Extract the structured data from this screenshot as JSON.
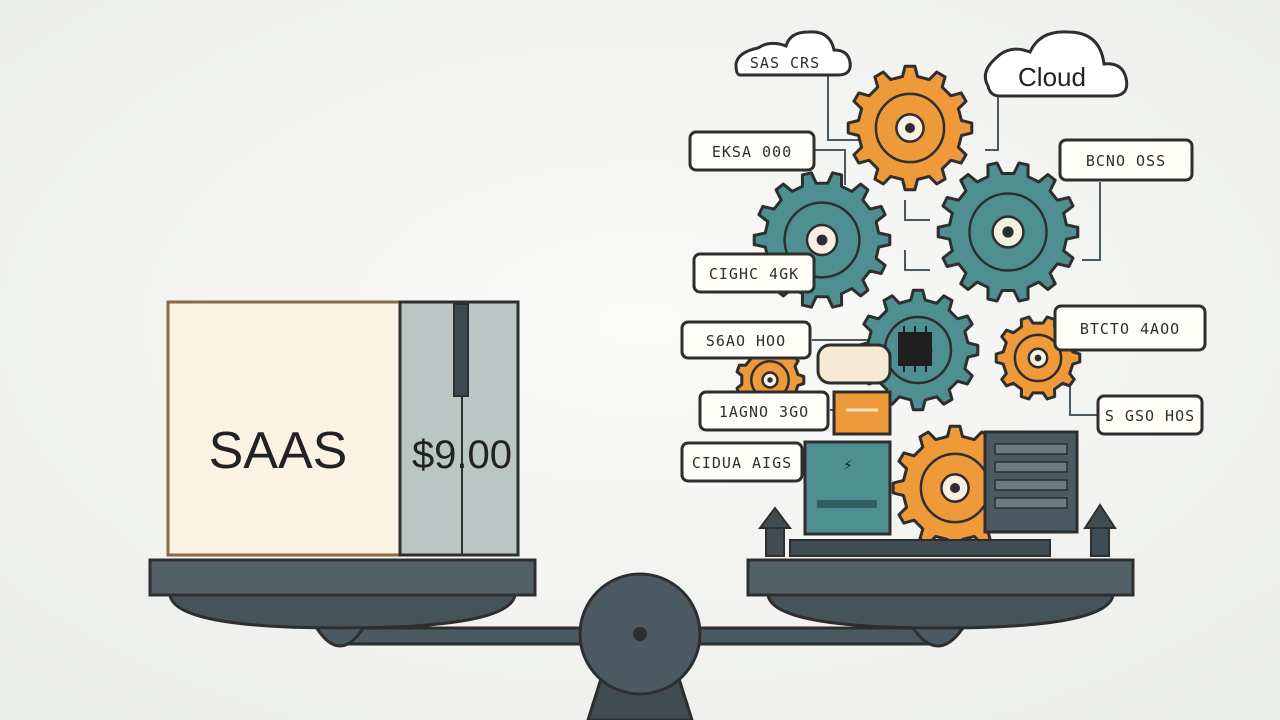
{
  "box": {
    "title": "SAAS",
    "price": "$9.00"
  },
  "cloud": {
    "label": "Cloud"
  },
  "tags": [
    "SAS CRS",
    "EKSA 000",
    "BCNO OSS",
    "CIGHC 4GK",
    "S6AO HOO",
    "BTCTO 4AOO",
    "1AGNO 3GO",
    "S GSO HOS",
    "CIDUA AIGS"
  ],
  "colors": {
    "background": "#f3f4f2",
    "teal": "#4e8f91",
    "orange": "#ee9a3a",
    "slate": "#4b5a62",
    "box_front": "#fbf2e3",
    "box_side": "#b9c6c4",
    "outline": "#2e2e2e"
  },
  "icons": [
    "gear-icon",
    "cloud-icon",
    "chip-icon",
    "server-icon",
    "balance-scale-icon"
  ]
}
